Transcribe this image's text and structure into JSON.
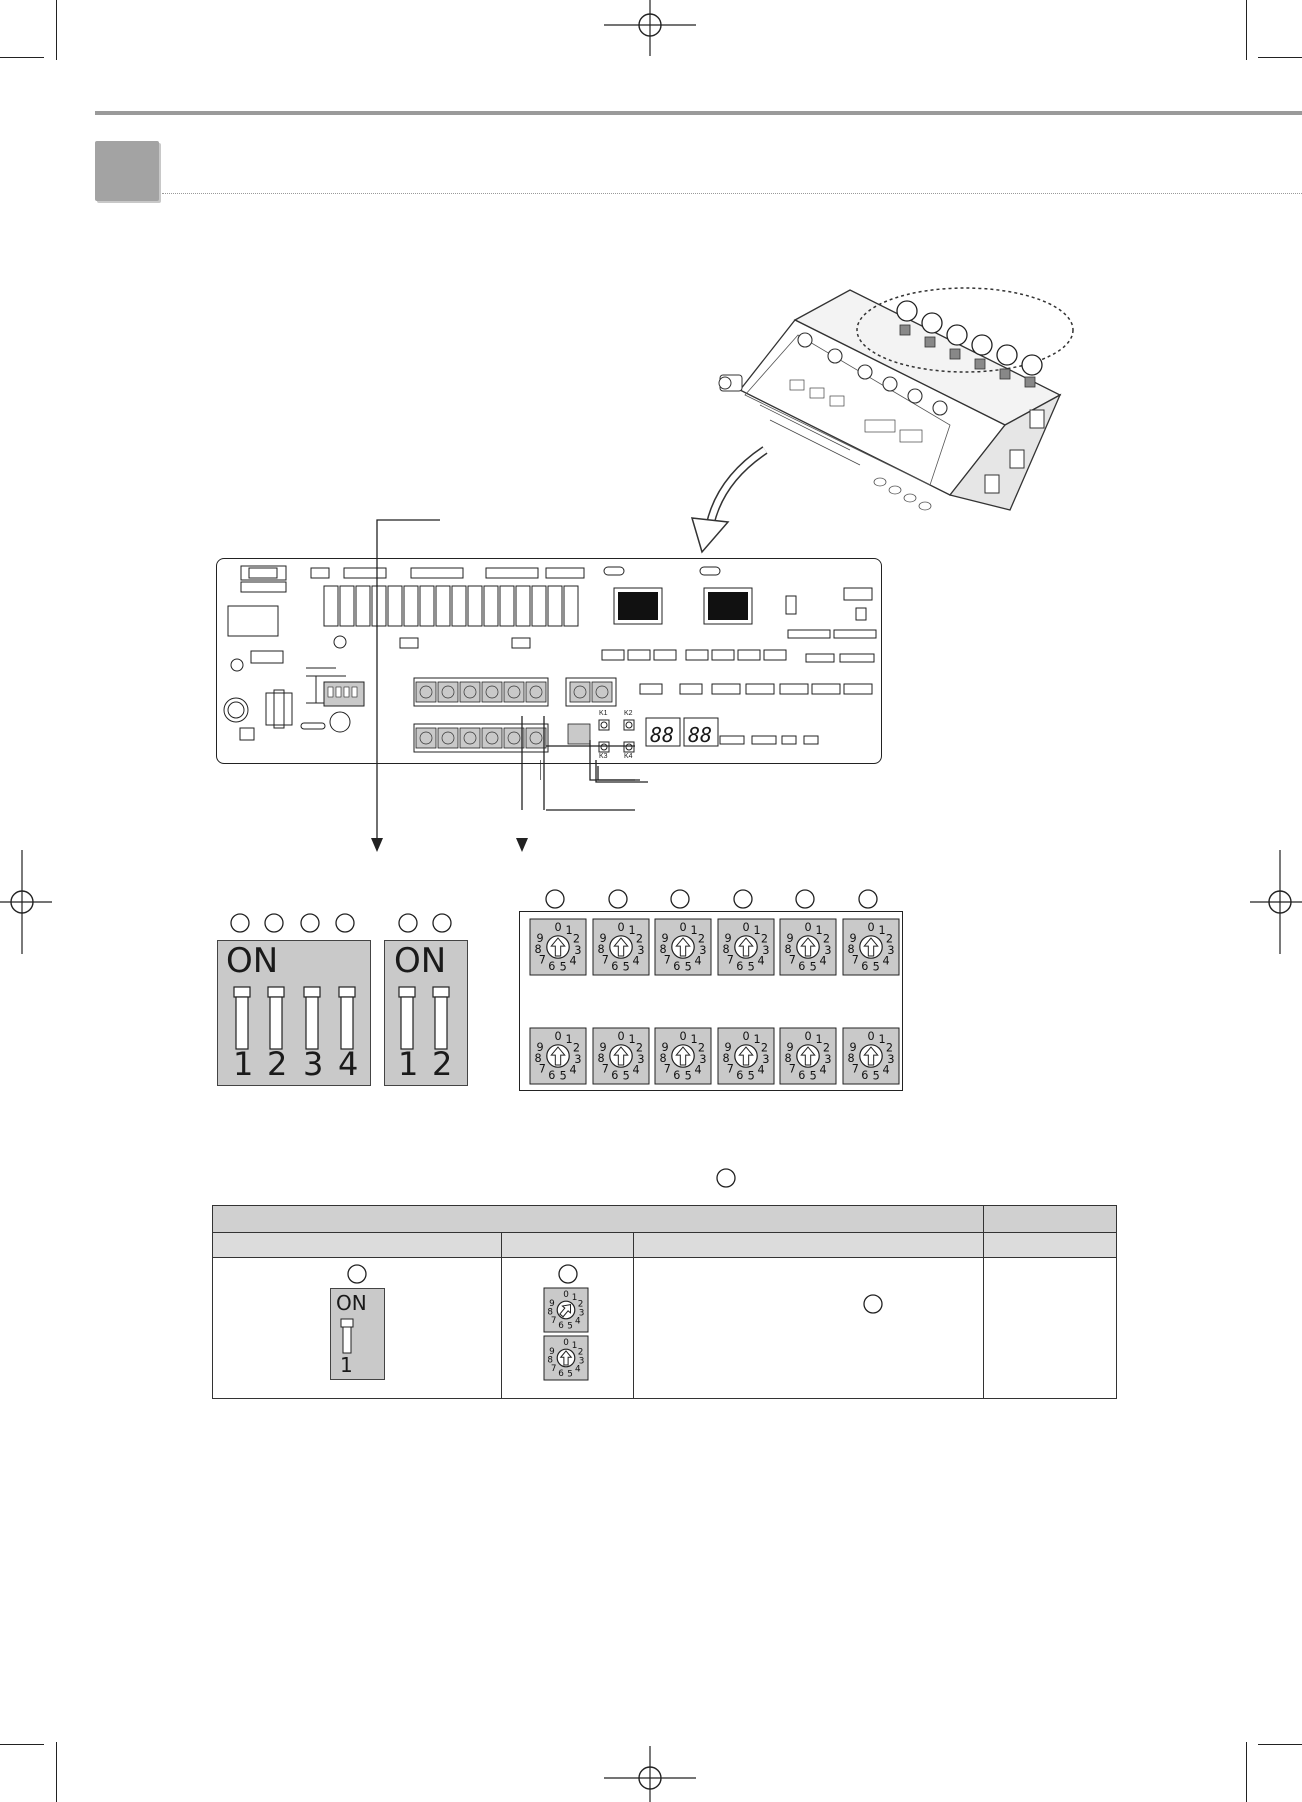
{
  "dip_switch_a": {
    "on_label": "ON",
    "positions": [
      "1",
      "2",
      "3",
      "4"
    ]
  },
  "dip_switch_b": {
    "on_label": "ON",
    "positions": [
      "1",
      "2"
    ]
  },
  "rotary_switch": {
    "digits": [
      "0",
      "1",
      "2",
      "3",
      "4",
      "5",
      "6",
      "7",
      "8",
      "9"
    ]
  },
  "pcb": {
    "button_labels": [
      "K1",
      "K2",
      "K3",
      "K4"
    ],
    "seven_segment_text": [
      "88",
      "88"
    ]
  },
  "table": {
    "dip_example": {
      "on_label": "ON",
      "position": "1"
    }
  },
  "colors": {
    "section_box": "#a3a3a3",
    "switch_panel": "#c9c9c9",
    "table_header": "#d0d0d0"
  }
}
